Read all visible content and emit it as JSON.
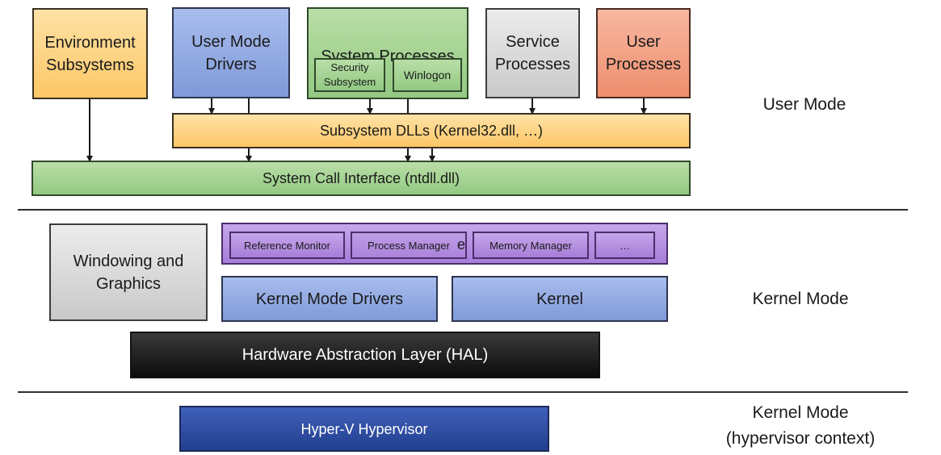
{
  "user_mode": {
    "env_subsystems": "Environment Subsystems",
    "um_drivers": "User Mode Drivers",
    "system_processes": "System Processes",
    "security_subsystem": "Security Subsystem",
    "winlogon": "Winlogon",
    "service_processes": "Service Processes",
    "user_processes": "User Processes",
    "subsystem_dlls": "Subsystem DLLs (Kernel32.dll, …)",
    "syscall_interface": "System Call Interface (ntdll.dll)",
    "label": "User Mode"
  },
  "kernel_mode": {
    "windowing": "Windowing and Graphics",
    "executive_partial": "e",
    "reference_monitor": "Reference Monitor",
    "process_manager": "Process Manager",
    "memory_manager": "Memory Manager",
    "ellipsis": "…",
    "km_drivers": "Kernel Mode Drivers",
    "kernel": "Kernel",
    "hal": "Hardware Abstraction Layer (HAL)",
    "label": "Kernel Mode"
  },
  "hypervisor": {
    "name": "Hyper-V Hypervisor",
    "label_line1": "Kernel Mode",
    "label_line2": "(hypervisor context)"
  },
  "colors": {
    "orange": "#fcc766",
    "blue": "#7f9ad8",
    "green": "#93c983",
    "gray": "#c9c9c9",
    "salmon": "#ef8e6e",
    "purple": "#a77dd8",
    "black": "#0c0c0c",
    "navy": "#23408f"
  }
}
